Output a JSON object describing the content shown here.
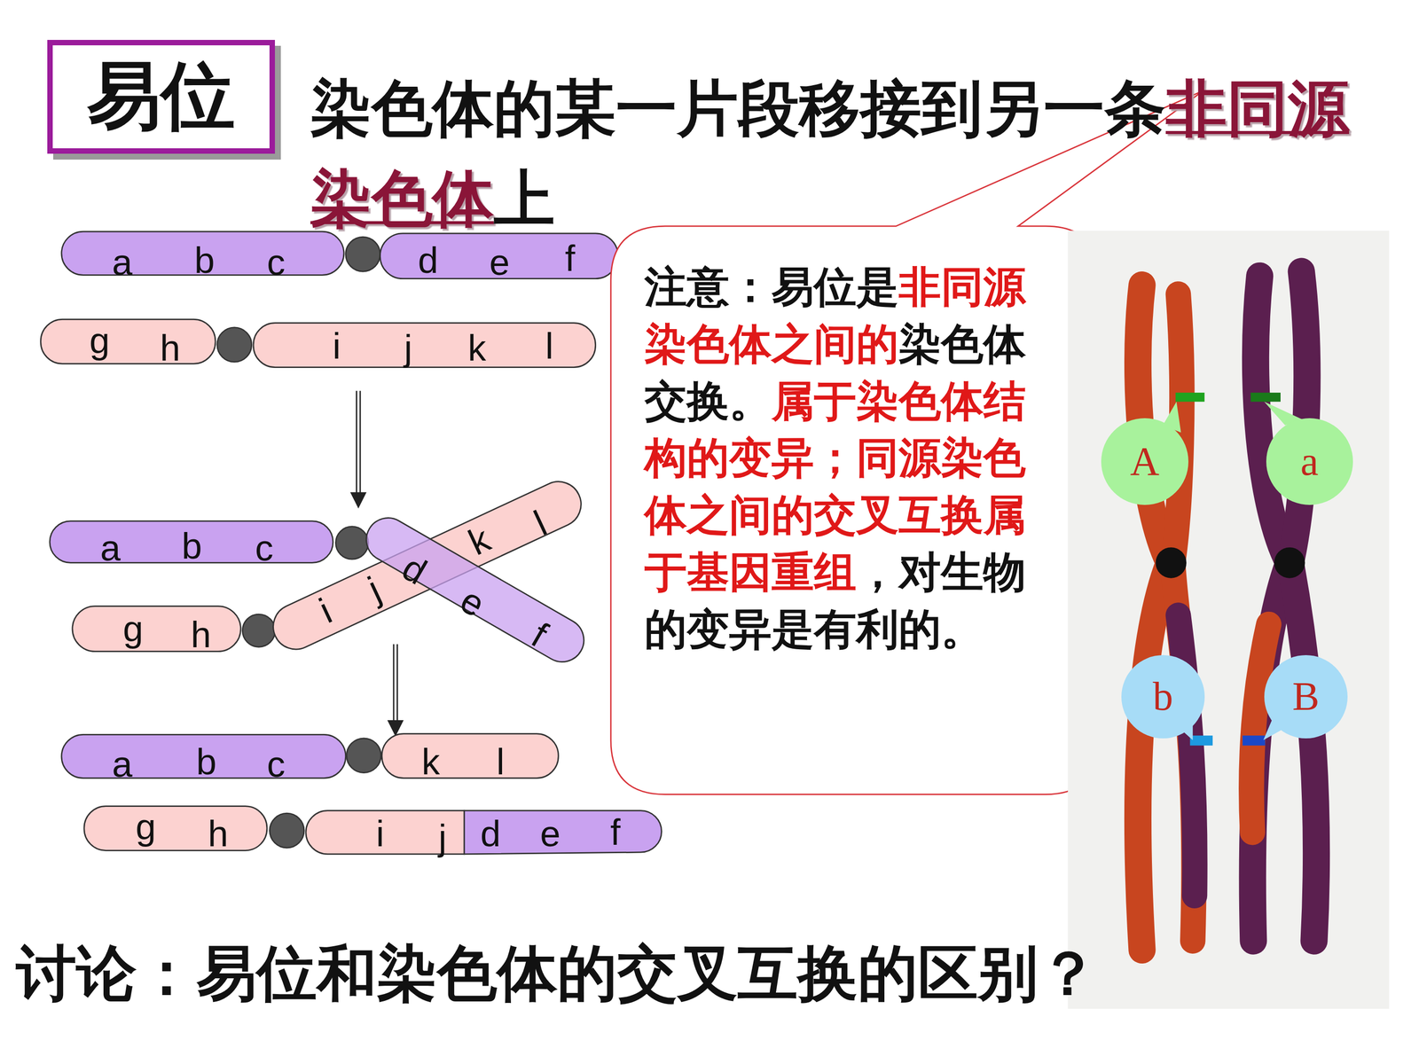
{
  "diagram": {
    "title": "染色体的某一片段移接到另一条",
    "nodes": [
      {
        "text": [
          "易位"
        ]
      },
      {
        "text": [
          "注意：易位是",
          "非同源染色体之间的",
          "染色体交换。",
          "属于染色体结构的变异；同源染色体之间的交叉互换属于基因重组",
          "，对生物的变异是有利的。"
        ]
      },
      {
        "text": [
          "A"
        ]
      },
      {
        "text": [
          "a"
        ]
      },
      {
        "text": [
          "b"
        ]
      },
      {
        "text": [
          "B"
        ]
      }
    ],
    "edges": [],
    "labels": [
      "非同源染色体",
      "上",
      "a",
      "b",
      "c",
      "d",
      "e",
      "f",
      "g",
      "h",
      "i",
      "j",
      "k",
      "l",
      "a",
      "b",
      "c",
      "i",
      "j",
      "k",
      "l",
      "d",
      "e",
      "f",
      "g",
      "h",
      "a",
      "b",
      "c",
      "k",
      "l",
      "g",
      "h",
      "i",
      "j",
      "d",
      "e",
      "f",
      "讨论：易位和染色体的交叉互换的区别？"
    ]
  }
}
